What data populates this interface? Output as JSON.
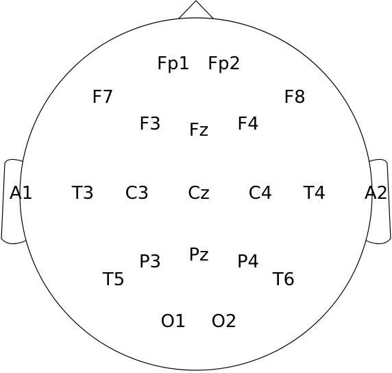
{
  "colors": {
    "background": "#ffffff",
    "outline": "#000000",
    "text": "#000000"
  },
  "electrodes": {
    "fp1": "Fp1",
    "fp2": "Fp2",
    "f7": "F7",
    "f8": "F8",
    "f3": "F3",
    "fz": "Fz",
    "f4": "F4",
    "a1": "A1",
    "t3": "T3",
    "c3": "C3",
    "cz": "Cz",
    "c4": "C4",
    "t4": "T4",
    "a2": "A2",
    "p3": "P3",
    "pz": "Pz",
    "p4": "P4",
    "t5": "T5",
    "t6": "T6",
    "o1": "O1",
    "o2": "O2"
  }
}
